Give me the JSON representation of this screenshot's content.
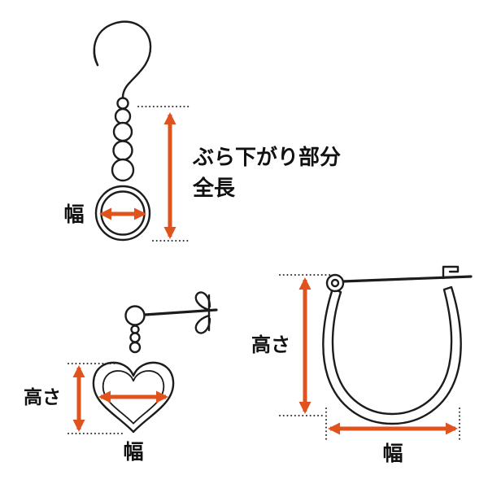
{
  "page": {
    "background": "#ffffff",
    "description_figures": {
      "hook_figure": "hook-earring-with-beads-and-ring",
      "stud_figure": "stud-earring-with-heart-drop",
      "hoop_figure": "hoop-earring-with-latch"
    }
  },
  "colors": {
    "arrow": "#e1531d",
    "outline": "#1c1c1c",
    "guide": "#2b2b2b"
  },
  "hook_earring": {
    "width_label": "幅",
    "length_label_line1": "ぶら下がり部分",
    "length_label_line2": "全長"
  },
  "stud_earring": {
    "height_label": "高さ",
    "width_label": "幅"
  },
  "hoop_earring": {
    "height_label": "高さ",
    "width_label": "幅"
  }
}
